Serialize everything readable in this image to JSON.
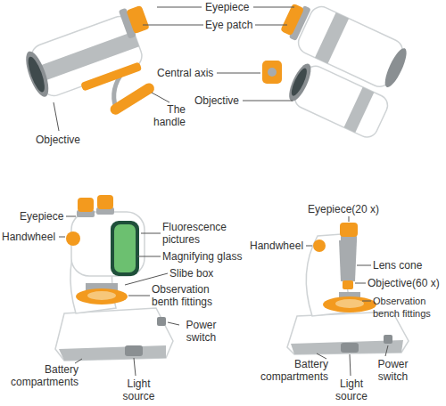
{
  "diagram": {
    "labels": [
      "Eyepiece",
      "Eye patch",
      "Central axis",
      "Objective",
      "The handle",
      "Objective",
      "Eyepiece",
      "Handwheel",
      "Fluorescence pictures",
      "Magnifying glass",
      "Slibe box",
      "Observation benth fittings",
      "Power switch",
      "Battery compartments",
      "Light source",
      "Eyepiece(20 x)",
      "Handwheel",
      "Lens cone",
      "Objective(60 x)",
      "Observation bench fittings",
      "Battery compartments",
      "Power switch",
      "Light source"
    ]
  }
}
